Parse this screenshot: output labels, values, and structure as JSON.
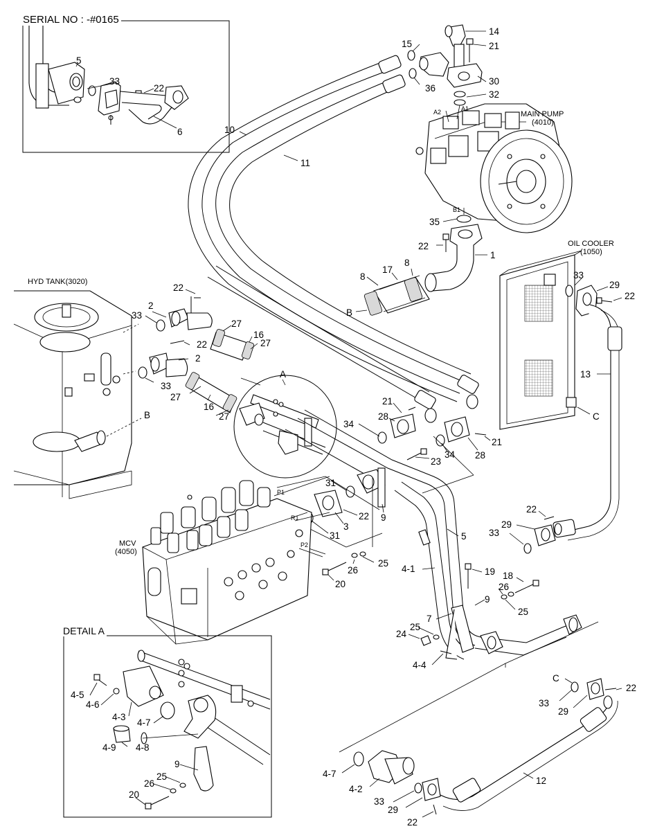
{
  "boxes": {
    "serial": "SERIAL NO : -#0165",
    "detail": "DETAIL A"
  },
  "components": {
    "main_pump": [
      "MAIN PUMP",
      "(4010)"
    ],
    "oil_cooler": [
      "OIL COOLER",
      "(1050)"
    ],
    "hyd_tank": "HYD TANK(3020)",
    "mcv": [
      "MCV",
      "(4050)"
    ]
  },
  "ports": [
    "A1",
    "A2",
    "B1",
    "P1",
    "R1",
    "P2"
  ],
  "connectors": [
    "A",
    "B",
    "B",
    "C",
    "C"
  ],
  "callouts": {
    "serial": [
      "5",
      "33",
      "22",
      "6"
    ],
    "pump": [
      "14",
      "15",
      "21",
      "36",
      "30",
      "32",
      "35",
      "22",
      "1"
    ],
    "hoses": [
      "10",
      "11"
    ],
    "suction": [
      "8",
      "17",
      "8"
    ],
    "cooler": [
      "33",
      "29",
      "22",
      "13"
    ],
    "tank": [
      "22",
      "2",
      "33",
      "27",
      "16",
      "27",
      "22",
      "2",
      "33",
      "27",
      "16",
      "27"
    ],
    "valve": [
      "21",
      "28",
      "34",
      "34",
      "28",
      "21",
      "23",
      "31",
      "22",
      "3",
      "31",
      "9",
      "5",
      "25",
      "26",
      "20"
    ],
    "return": [
      "4-1",
      "19",
      "18",
      "26",
      "9",
      "25",
      "22",
      "29",
      "33",
      "7",
      "25",
      "24",
      "4-4"
    ],
    "detail": [
      "4-5",
      "4-6",
      "4-3",
      "4-7",
      "4-9",
      "4-8",
      "9",
      "25",
      "26",
      "20"
    ],
    "bottom": [
      "33",
      "29",
      "22",
      "12",
      "4-7",
      "4-2",
      "33",
      "29",
      "22"
    ]
  }
}
